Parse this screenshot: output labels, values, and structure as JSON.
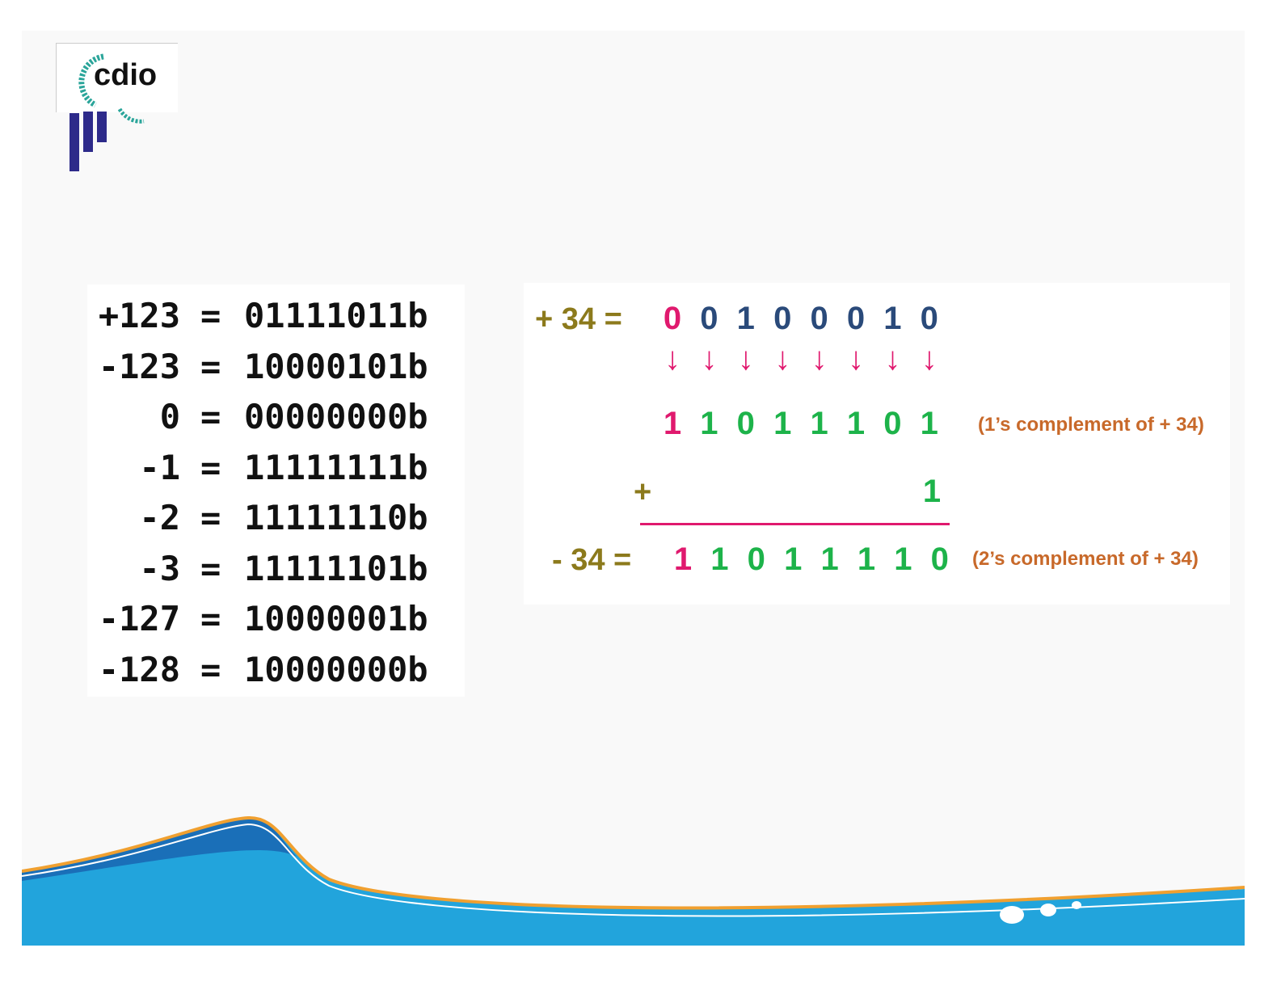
{
  "logo": {
    "text": "cdio"
  },
  "table": {
    "rows": [
      {
        "num": "+123",
        "eq": "=",
        "bin": "01111011b"
      },
      {
        "num": "-123",
        "eq": "=",
        "bin": "10000101b"
      },
      {
        "num": "0",
        "eq": "=",
        "bin": "00000000b"
      },
      {
        "num": "-1",
        "eq": "=",
        "bin": "11111111b"
      },
      {
        "num": "-2",
        "eq": "=",
        "bin": "11111110b"
      },
      {
        "num": "-3",
        "eq": "=",
        "bin": "11111101b"
      },
      {
        "num": "-127",
        "eq": "=",
        "bin": "10000001b"
      },
      {
        "num": "-128",
        "eq": "=",
        "bin": "10000000b"
      }
    ]
  },
  "diagram": {
    "pos_label": "+ 34 =",
    "pos_bits": [
      "0",
      "0",
      "1",
      "0",
      "0",
      "0",
      "1",
      "0"
    ],
    "ones_bits": [
      "1",
      "1",
      "0",
      "1",
      "1",
      "1",
      "0",
      "1"
    ],
    "ones_note": "(1’s complement of + 34)",
    "plus": "+",
    "plus_one": "1",
    "neg_label": "- 34 =",
    "neg_bits": [
      "1",
      "1",
      "0",
      "1",
      "1",
      "1",
      "1",
      "0"
    ],
    "twos_note": "(2’s complement of + 34)",
    "colors": {
      "sign": "#e0196e",
      "pos": "#2a4a7a",
      "comp": "#1db34a",
      "label": "#8c7a1c",
      "note": "#c8692a"
    }
  }
}
